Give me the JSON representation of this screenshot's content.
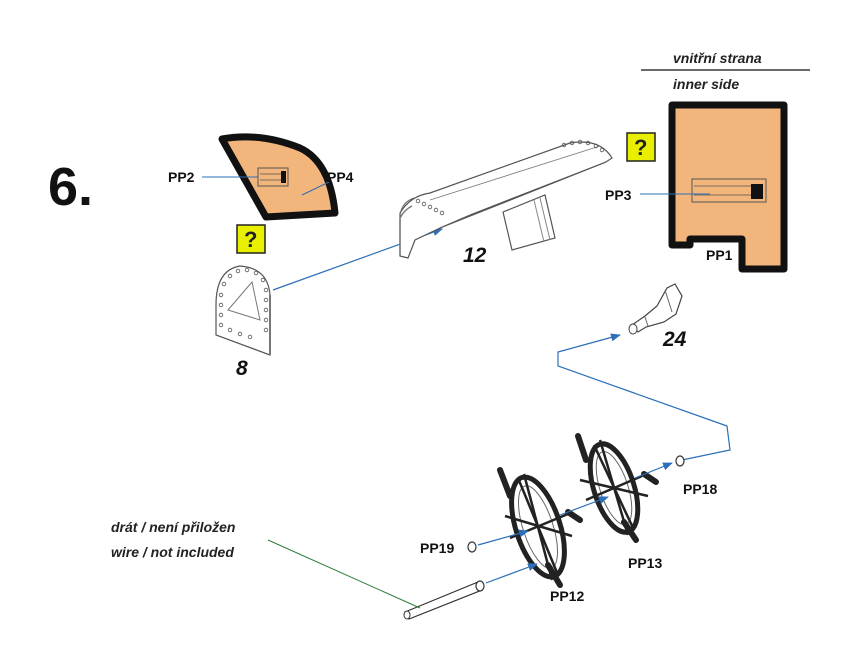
{
  "step": {
    "number": "6."
  },
  "inset": {
    "header_czech": "vnitřní strana",
    "header_english": "inner side"
  },
  "parts": {
    "pp1": "PP1",
    "pp2": "PP2",
    "pp3": "PP3",
    "pp4": "PP4",
    "pp12": "PP12",
    "pp13": "PP13",
    "pp18": "PP18",
    "pp19": "PP19",
    "p8": "8",
    "p12": "12",
    "p24": "24"
  },
  "wire_note": {
    "czech": "drát / není přiložen",
    "english": "wire / not included"
  },
  "icons": {
    "question": "?"
  },
  "colors": {
    "brass": "#f2b57c",
    "arrow": "#2d6fb8",
    "badge": "#e8f000",
    "outline": "#111111"
  }
}
